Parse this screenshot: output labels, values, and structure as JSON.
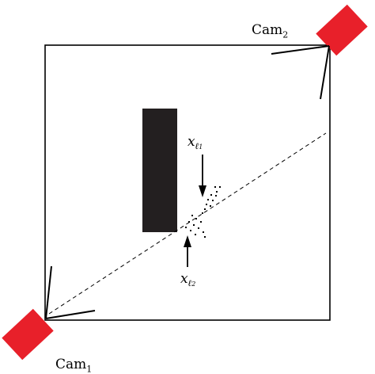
{
  "cameras": {
    "cam1": {
      "name": "Cam",
      "index": "1"
    },
    "cam2": {
      "name": "Cam",
      "index": "2"
    }
  },
  "projections": {
    "x1": {
      "symbol": "x",
      "subscript": "ℓ",
      "index": "1"
    },
    "x2": {
      "symbol": "x",
      "subscript": "ℓ",
      "index": "2"
    }
  },
  "colors": {
    "camera": "#e8202a",
    "obstacle": "#231f20",
    "outline": "#000000",
    "ray": "#000000",
    "background": "#ffffff"
  }
}
